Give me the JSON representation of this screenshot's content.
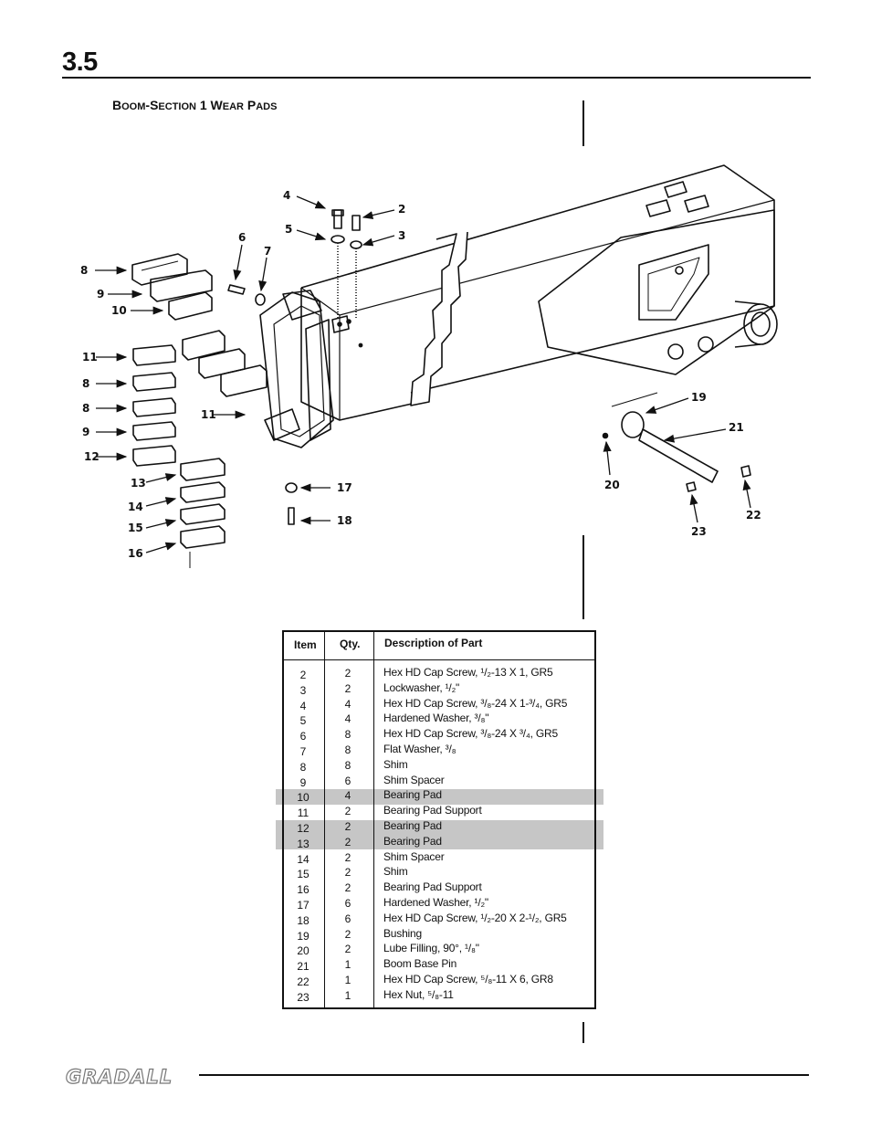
{
  "section_number": "3.5",
  "title": {
    "b1": "B",
    "s1": "OOM",
    "mid": "-S",
    "s2": "ECTION",
    "n": " 1 W",
    "s3": "EAR",
    "p": " P",
    "s4": "ADS"
  },
  "callouts": [
    "4",
    "2",
    "5",
    "3",
    "6",
    "7",
    "8",
    "9",
    "10",
    "11",
    "8",
    "8",
    "9",
    "12",
    "11",
    "13",
    "14",
    "15",
    "16",
    "17",
    "18",
    "19",
    "21",
    "20",
    "23",
    "22"
  ],
  "table": {
    "headers": {
      "item": "Item",
      "qty": "Qty.",
      "description": "Description of Part"
    },
    "rows": [
      {
        "item": "2",
        "qty": "2",
        "desc": "Hex HD Cap Screw, ¹/₂-13 X 1, GR5",
        "highlight": false
      },
      {
        "item": "3",
        "qty": "2",
        "desc": "Lockwasher, ¹/₂\"",
        "highlight": false
      },
      {
        "item": "4",
        "qty": "4",
        "desc": "Hex HD Cap Screw, ³/₈-24 X 1-³/₄, GR5",
        "highlight": false
      },
      {
        "item": "5",
        "qty": "4",
        "desc": "Hardened Washer, ³/₈\"",
        "highlight": false
      },
      {
        "item": "6",
        "qty": "8",
        "desc": "Hex HD Cap Screw, ³/₈-24 X ³/₄, GR5",
        "highlight": false
      },
      {
        "item": "7",
        "qty": "8",
        "desc": "Flat Washer, ³/₈",
        "highlight": false
      },
      {
        "item": "8",
        "qty": "8",
        "desc": "Shim",
        "highlight": false
      },
      {
        "item": "9",
        "qty": "6",
        "desc": "Shim Spacer",
        "highlight": false
      },
      {
        "item": "10",
        "qty": "4",
        "desc": "Bearing Pad",
        "highlight": true
      },
      {
        "item": "11",
        "qty": "2",
        "desc": "Bearing Pad Support",
        "highlight": false
      },
      {
        "item": "12",
        "qty": "2",
        "desc": "Bearing Pad",
        "highlight": true
      },
      {
        "item": "13",
        "qty": "2",
        "desc": "Bearing Pad",
        "highlight": true
      },
      {
        "item": "14",
        "qty": "2",
        "desc": "Shim Spacer",
        "highlight": false
      },
      {
        "item": "15",
        "qty": "2",
        "desc": "Shim",
        "highlight": false
      },
      {
        "item": "16",
        "qty": "2",
        "desc": "Bearing Pad Support",
        "highlight": false
      },
      {
        "item": "17",
        "qty": "6",
        "desc": "Hardened Washer, ¹/₂\"",
        "highlight": false
      },
      {
        "item": "18",
        "qty": "6",
        "desc": "Hex HD Cap Screw, ¹/₂-20 X 2-¹/₂, GR5",
        "highlight": false
      },
      {
        "item": "19",
        "qty": "2",
        "desc": "Bushing",
        "highlight": false
      },
      {
        "item": "20",
        "qty": "2",
        "desc": "Lube Filling, 90°, ¹/₈\"",
        "highlight": false
      },
      {
        "item": "21",
        "qty": "1",
        "desc": "Boom Base Pin",
        "highlight": false
      },
      {
        "item": "22",
        "qty": "1",
        "desc": "Hex HD Cap Screw, ⁵/₈-11 X 6, GR8",
        "highlight": false
      },
      {
        "item": "23",
        "qty": "1",
        "desc": "Hex Nut, ⁵/₈-11",
        "highlight": false
      }
    ]
  },
  "footer": {
    "logo_text": "GRADALL"
  },
  "colors": {
    "highlight": "#c6c6c6",
    "ink": "#111111"
  }
}
